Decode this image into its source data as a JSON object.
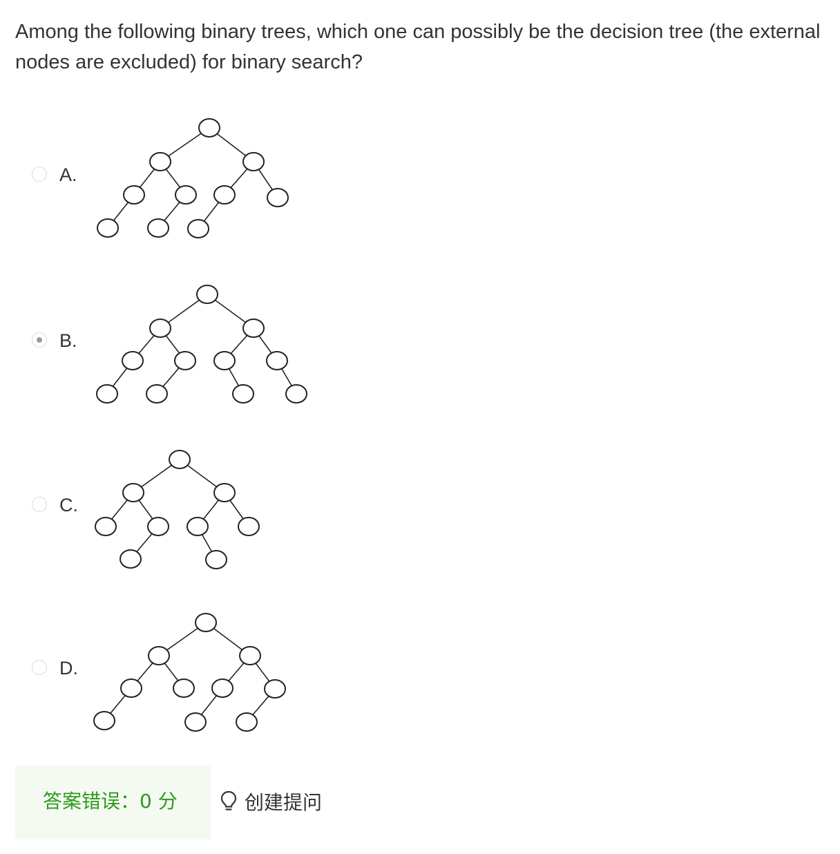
{
  "question": {
    "text": "Among the following binary trees, which one can possibly be the decision tree (the external nodes are excluded) for binary search?"
  },
  "options": [
    {
      "label": "A.",
      "selected": false
    },
    {
      "label": "B.",
      "selected": true
    },
    {
      "label": "C.",
      "selected": false
    },
    {
      "label": "D.",
      "selected": false
    }
  ],
  "result": {
    "text": "答案错误：0 分",
    "color": "#2e9a1e"
  },
  "ask_button": {
    "label": "创建提问",
    "icon": "lightbulb-icon"
  }
}
